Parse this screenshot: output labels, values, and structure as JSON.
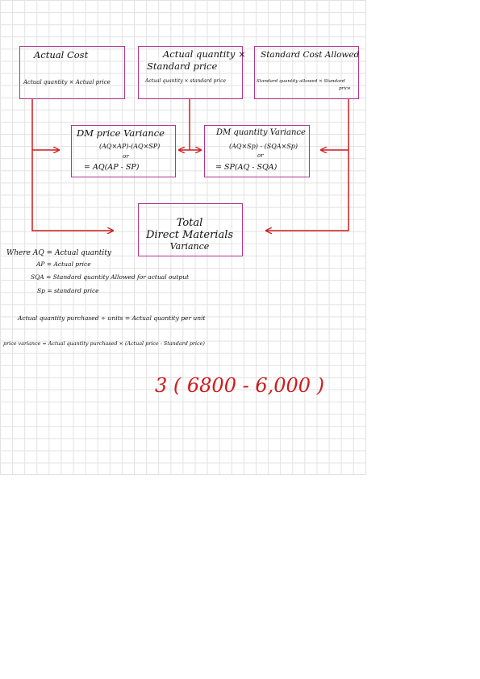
{
  "boxes": {
    "actual_cost": {
      "title": "Actual Cost",
      "formula": "Actual quantity × Actual price"
    },
    "aq_sp": {
      "title_line1": "Actual quantity ×",
      "title_line2": "Standard price",
      "formula": "Actual quantity × standard price"
    },
    "standard_cost": {
      "title": "Standard Cost Allowed",
      "formula_line1": "Standard quantity allowed × Standard",
      "formula_line2": "price"
    },
    "price_variance": {
      "title": "DM price Variance",
      "line1": "(AQ×AP)-(AQ×SP)",
      "or": "or",
      "line2": "= AQ(AP - SP)"
    },
    "quantity_variance": {
      "title": "DM quantity Variance",
      "line1": "(AQ×Sp) - (SQA×Sp)",
      "or": "or",
      "line2": "= SP(AQ - SQA)"
    },
    "total_variance": {
      "line1": "Total",
      "line2": "Direct Materials",
      "line3": "Variance"
    }
  },
  "definitions": [
    "Where AQ = Actual quantity",
    "AP = Actual price",
    "SQA = Standard quantity Allowed for actual output",
    "Sp = standard price"
  ],
  "notes": [
    "Actual quantity purchased ÷ units = Actual quantity per unit",
    "price variance = Actual quantity purchased × (Actual price - Standard price)"
  ],
  "red_expression": "3 ( 6800 - 6,000 )",
  "colors": {
    "box_border": "#b0368f",
    "arrow": "#d11a1a",
    "grid": "#e2e2e2"
  }
}
